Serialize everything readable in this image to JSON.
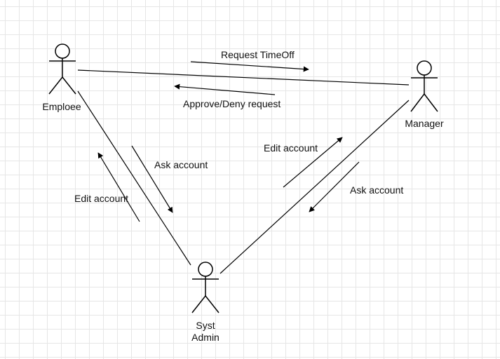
{
  "actors": {
    "employee": {
      "label": "Emploee"
    },
    "manager": {
      "label": "Manager"
    },
    "sysadmin": {
      "label_line1": "Syst",
      "label_line2": "Admin"
    }
  },
  "messages": {
    "request_timeoff": "Request TimeOff",
    "approve_deny": "Approve/Deny request",
    "ask_account_employee": "Ask account",
    "edit_account_employee": "Edit account",
    "edit_account_manager": "Edit account",
    "ask_account_manager": "Ask account"
  },
  "colors": {
    "stroke": "#000000",
    "grid": "#e6e6e6",
    "background": "#ffffff"
  }
}
